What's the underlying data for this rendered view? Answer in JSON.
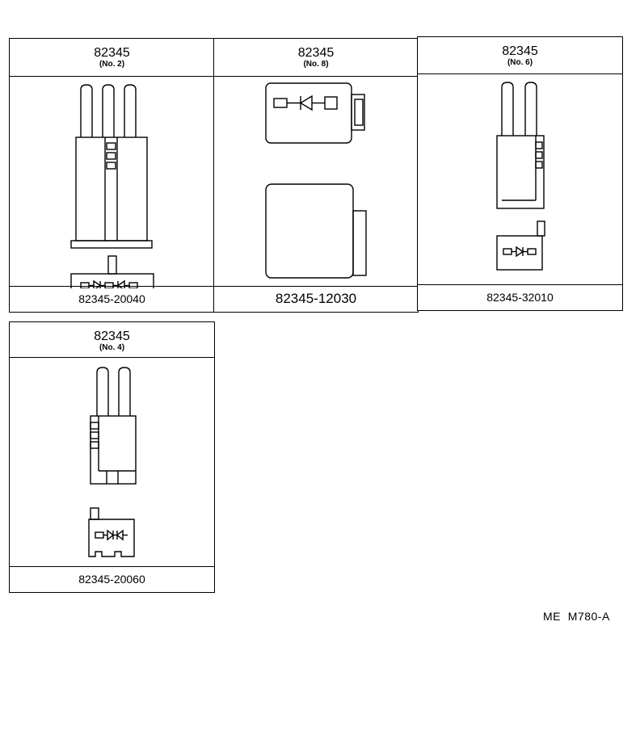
{
  "cells": [
    {
      "code": "82345",
      "sub": "(No. 2)",
      "part_number": "82345-20040"
    },
    {
      "code": "82345",
      "sub": "(No. 8)",
      "part_number": "82345-12030"
    },
    {
      "code": "82345",
      "sub": "(No. 6)",
      "part_number": "82345-32010"
    },
    {
      "code": "82345",
      "sub": "(No. 4)",
      "part_number": "82345-20060"
    }
  ],
  "reference": "ME  M780-A"
}
